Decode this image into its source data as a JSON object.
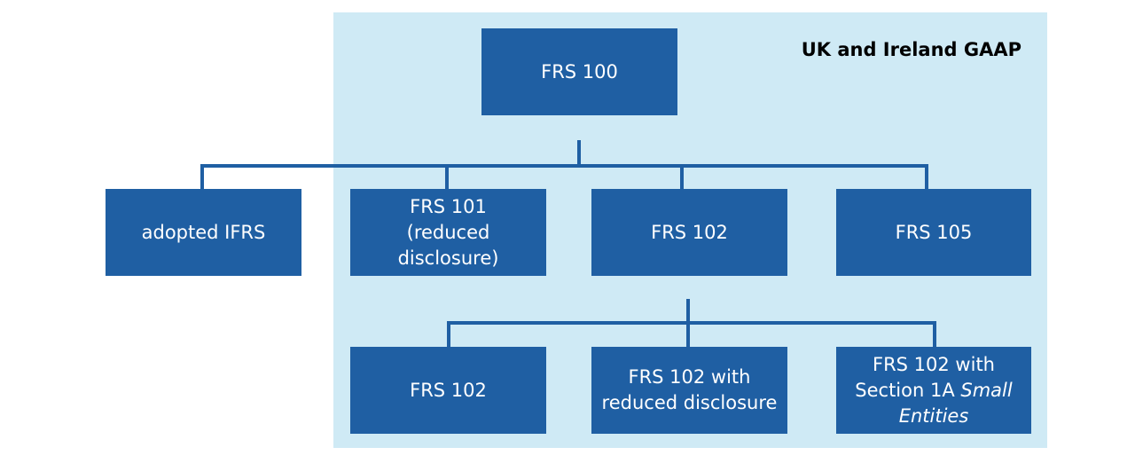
{
  "region": {
    "label": "UK and Ireland GAAP"
  },
  "nodes": {
    "frs100": {
      "label": "FRS 100"
    },
    "adopted_ifrs": {
      "label": "adopted IFRS"
    },
    "frs101": {
      "lines": [
        "FRS 101",
        "(reduced",
        "disclosure)"
      ]
    },
    "frs102_mid": {
      "label": "FRS 102"
    },
    "frs105": {
      "label": "FRS 105"
    },
    "frs102_bottom": {
      "label": "FRS 102"
    },
    "frs102_reduced": {
      "lines": [
        "FRS 102 with",
        "reduced disclosure"
      ]
    },
    "frs102_1a": {
      "line1": "FRS 102 with",
      "line2_plain": "Section 1A ",
      "line2_italic": "Small",
      "line3_italic": "Entities"
    }
  },
  "colors": {
    "node_fill": "#1f5fa3",
    "region_fill": "#cfeaf5",
    "connector": "#1f5fa3"
  }
}
